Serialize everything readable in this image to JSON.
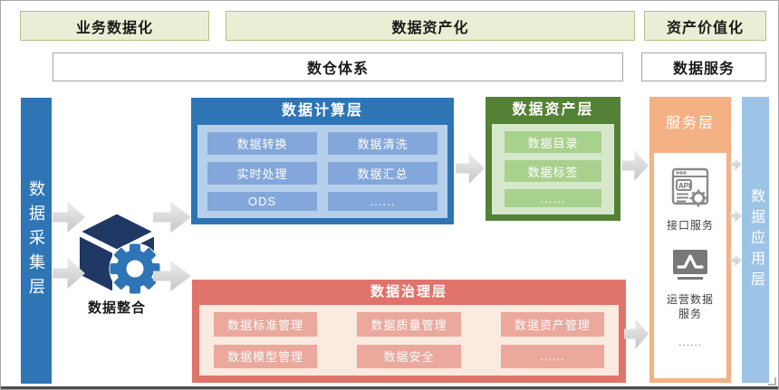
{
  "stage_band": {
    "business": "业务数据化",
    "asset": "数据资产化",
    "value": "资产价值化"
  },
  "system_band": {
    "warehouse": "数仓体系",
    "service": "数据服务"
  },
  "collection_bar": {
    "label": "数据采集层"
  },
  "integration": {
    "label": "数据整合",
    "icon": "cube-gear-icon"
  },
  "compute_layer": {
    "title": "数据计算层",
    "items": [
      "数据转换",
      "数据清洗",
      "实时处理",
      "数据汇总",
      "ODS",
      "......"
    ]
  },
  "asset_layer": {
    "title": "数据资产层",
    "items": [
      "数据目录",
      "数据标签",
      "......"
    ]
  },
  "governance_layer": {
    "title": "数据治理层",
    "items": [
      "数据标准管理",
      "数据质量管理",
      "数据资产管理",
      "数据模型管理",
      "数据安全",
      "......"
    ]
  },
  "service_layer": {
    "title": "服务层",
    "items": [
      {
        "icon": "api-icon",
        "label": "接口服务"
      },
      {
        "icon": "monitor-chart-icon",
        "label": "运营数据服务"
      }
    ],
    "more": "......"
  },
  "application_bar": {
    "label": "数据应用层"
  },
  "colors": {
    "primary_blue": "#2E75B6",
    "light_blue_bar": "#9DC3E6",
    "compute_body": "#B6D0EC",
    "compute_cell": "#84A7DB",
    "green_dark": "#538135",
    "green_body": "#D6E8CC",
    "green_cell": "#A9D18E",
    "salmon": "#E0746A",
    "salmon_body": "#FBEADF",
    "salmon_cell": "#EBA89C",
    "orange": "#F4B183",
    "stage_bg": "#E9EFD4",
    "stage_border": "#B3C183",
    "arrow_gray": "#D8D8D8"
  }
}
